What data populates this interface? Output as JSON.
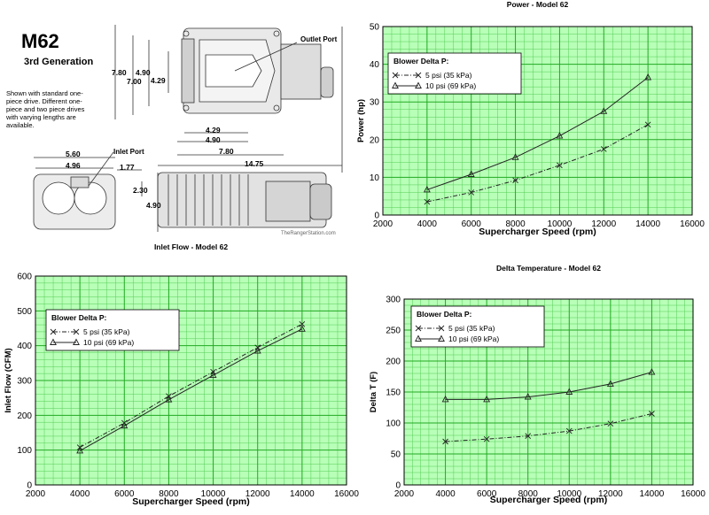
{
  "drawing": {
    "model": "M62",
    "generation": "3rd Generation",
    "note": "Shown with standard one-piece drive. Different one-piece and two piece drives with varying lengths are available.",
    "outlet_port": "Outlet Port",
    "inlet_port": "Inlet Port",
    "watermark": "TheRangerStation.com",
    "dims": {
      "d780v": "7.80",
      "d490a": "4.90",
      "d700": "7.00",
      "d429a": "4.29",
      "d429b": "4.29",
      "d490b": "4.90",
      "d780h": "7.80",
      "d1475": "14.75",
      "d560": "5.60",
      "d496": "4.96",
      "d177": "1.77",
      "d230": "2.30",
      "d490c": "4.90"
    }
  },
  "chart_data": [
    {
      "id": "power",
      "type": "line",
      "title": "Power - Model 62",
      "xlabel": "Supercharger Speed (rpm)",
      "ylabel": "Power (hp)",
      "xlim": [
        2000,
        16000
      ],
      "ylim": [
        0,
        50
      ],
      "xticks": [
        2000,
        4000,
        6000,
        8000,
        10000,
        12000,
        14000,
        16000
      ],
      "yticks": [
        0,
        10,
        20,
        30,
        40,
        50
      ],
      "grid": true,
      "legend_title": "Blower Delta P:",
      "legend_position": "top-left",
      "series": [
        {
          "name": "5 psi  (35 kPa)",
          "style": "dashdot",
          "marker": "x",
          "x": [
            4000,
            6000,
            8000,
            10000,
            12000,
            14000
          ],
          "y": [
            3.5,
            6,
            9.2,
            13.2,
            17.5,
            24
          ]
        },
        {
          "name": "10 psi  (69 kPa)",
          "style": "solid",
          "marker": "triangle",
          "x": [
            4000,
            6000,
            8000,
            10000,
            12000,
            14000
          ],
          "y": [
            6.7,
            10.8,
            15.3,
            21,
            27.5,
            36.5
          ]
        }
      ]
    },
    {
      "id": "flow",
      "type": "line",
      "title": "Inlet Flow - Model 62",
      "xlabel": "Supercharger Speed (rpm)",
      "ylabel": "Inlet Flow (CFM)",
      "xlim": [
        2000,
        16000
      ],
      "ylim": [
        0,
        600
      ],
      "xticks": [
        2000,
        4000,
        6000,
        8000,
        10000,
        12000,
        14000,
        16000
      ],
      "yticks": [
        0,
        100,
        200,
        300,
        400,
        500,
        600
      ],
      "grid": true,
      "legend_title": "Blower Delta P:",
      "legend_position": "top-left",
      "series": [
        {
          "name": "5 psi  (35 kPa)",
          "style": "dashdot",
          "marker": "x",
          "x": [
            4000,
            6000,
            8000,
            10000,
            12000,
            14000
          ],
          "y": [
            108,
            178,
            255,
            325,
            395,
            462
          ]
        },
        {
          "name": "10 psi  (69 kPa)",
          "style": "solid",
          "marker": "triangle",
          "x": [
            4000,
            6000,
            8000,
            10000,
            12000,
            14000
          ],
          "y": [
            98,
            170,
            245,
            315,
            385,
            448
          ]
        }
      ]
    },
    {
      "id": "delta",
      "type": "line",
      "title": "Delta Temperature - Model 62",
      "xlabel": "Supercharger Speed (rpm)",
      "ylabel": "Delta T (F)",
      "xlim": [
        2000,
        16000
      ],
      "ylim": [
        0,
        300
      ],
      "xticks": [
        2000,
        4000,
        6000,
        8000,
        10000,
        12000,
        14000,
        16000
      ],
      "yticks": [
        0,
        50,
        100,
        150,
        200,
        250,
        300
      ],
      "grid": true,
      "legend_title": "Blower Delta P:",
      "legend_position": "top-left",
      "series": [
        {
          "name": "5 psi  (35 kPa)",
          "style": "dashdot",
          "marker": "x",
          "x": [
            4000,
            6000,
            8000,
            10000,
            12000,
            14000
          ],
          "y": [
            70,
            74,
            79,
            87,
            99,
            115
          ]
        },
        {
          "name": "10 psi  (69 kPa)",
          "style": "solid",
          "marker": "triangle",
          "x": [
            4000,
            6000,
            8000,
            10000,
            12000,
            14000
          ],
          "y": [
            138,
            138,
            142,
            150,
            163,
            182
          ]
        }
      ]
    }
  ],
  "colors": {
    "plot_bg": "#b8ffb8",
    "grid_major": "#22aa22",
    "grid_minor": "#55cc55",
    "line": "#222222"
  }
}
